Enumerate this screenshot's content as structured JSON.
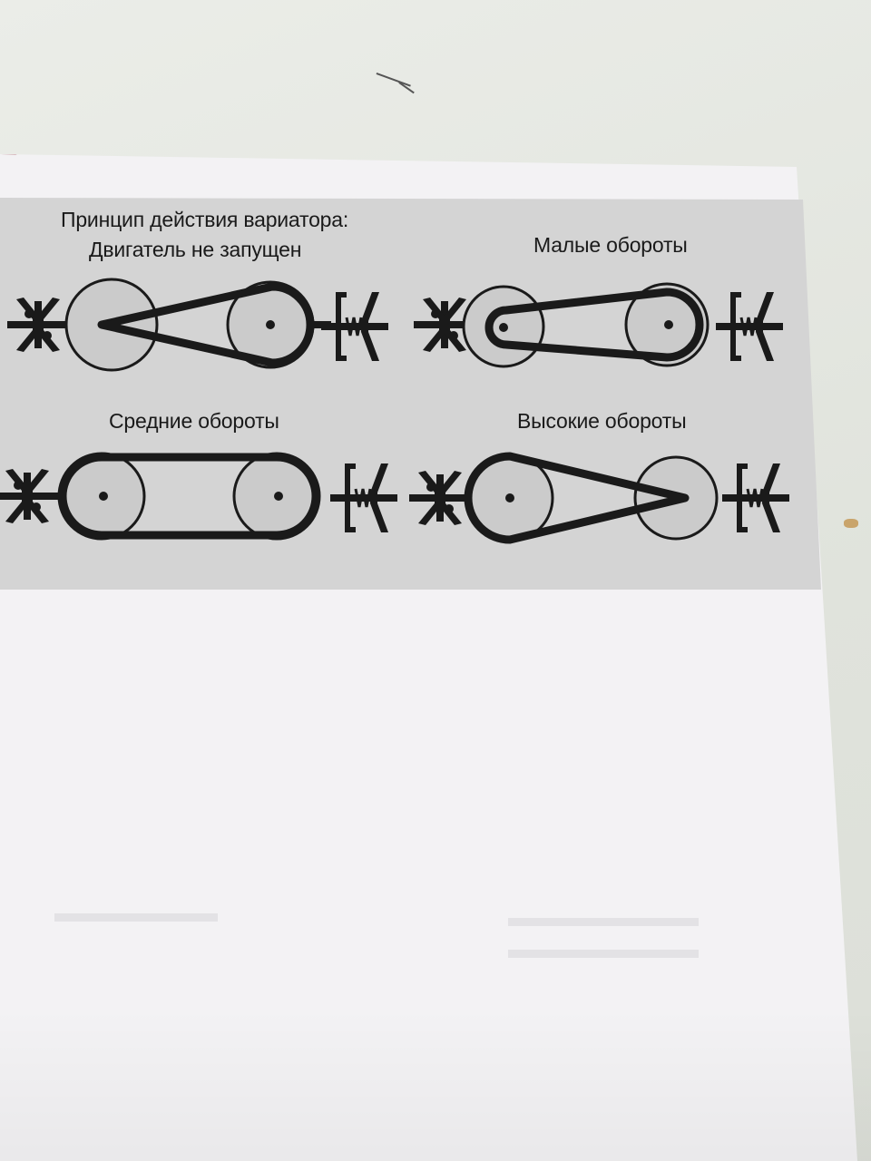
{
  "diagram": {
    "title": "Принцип действия вариатора:",
    "states": [
      {
        "label": "Двигатель не запущен"
      },
      {
        "label": "Малые обороты"
      },
      {
        "label": "Средние обороты"
      },
      {
        "label": "Высокие обороты"
      }
    ]
  },
  "colors": {
    "ink": "#1a1a1a",
    "panel": "#d4d4d4",
    "pulley_fill": "#cbcbcb",
    "paper": "#f3f2f4",
    "binding": "#8a1f2a"
  }
}
